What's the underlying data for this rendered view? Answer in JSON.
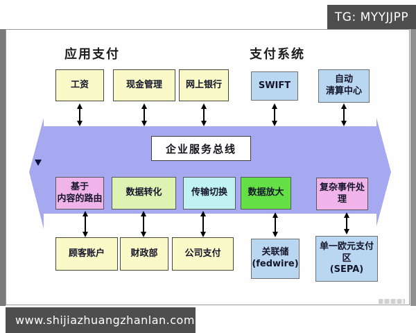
{
  "watermarks": {
    "top": "TG: MYYJJPP",
    "bottom": "www.shijiazhuangzhanlan.com"
  },
  "diagram": {
    "headers": {
      "left": "应用支付",
      "right": "支付系统"
    },
    "esb_label": "企业服务总线",
    "colors": {
      "band": "#a6a8f0",
      "yellow_box": "#fafac8",
      "blue_box": "#b9d7f0",
      "pink_box": "#f0b4ea",
      "pale_green_box": "#def2b4",
      "cyan_box": "#c0f2f2",
      "bright_green_box": "#64e046",
      "banner_bg": "#4e4e4e"
    },
    "top_row": [
      {
        "label": "工资"
      },
      {
        "label": "现金管理"
      },
      {
        "label": "网上银行"
      },
      {
        "label": "SWIFT"
      },
      {
        "label": "自动\n清算中心"
      }
    ],
    "middle_row": [
      {
        "label": "基于\n内容的路由"
      },
      {
        "label": "数据转化"
      },
      {
        "label": "传输切换"
      },
      {
        "label": "数据放大"
      },
      {
        "label": "复杂事件处\n理"
      }
    ],
    "bottom_row": [
      {
        "label": "顾客账户"
      },
      {
        "label": "财政部"
      },
      {
        "label": "公司支付"
      },
      {
        "label": "关联储\n(fedwire)"
      },
      {
        "label": "单一欧元支付\n区\n(SEPA)"
      }
    ]
  }
}
